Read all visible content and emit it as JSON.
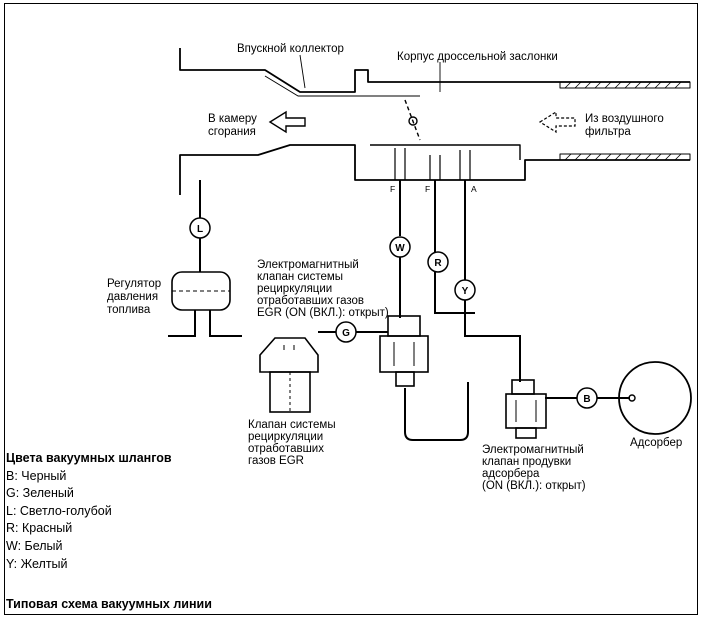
{
  "labels": {
    "intake_manifold": "Впускной коллектор",
    "throttle_body": "Корпус дроссельной заслонки",
    "to_chamber_l1": "В камеру",
    "to_chamber_l2": "сгорания",
    "from_filter_l1": "Из воздушного",
    "from_filter_l2": "фильтра",
    "regulator_l1": "Регулятор",
    "regulator_l2": "давления",
    "regulator_l3": "топлива",
    "egr_solenoid_l1": "Электромагнитный",
    "egr_solenoid_l2": "клапан системы",
    "egr_solenoid_l3": "рециркуляции",
    "egr_solenoid_l4": "отработавших газов",
    "egr_solenoid_l5": "EGR (ON (ВКЛ.): открыт)",
    "egr_valve_l1": "Клапан системы",
    "egr_valve_l2": "рециркуляции",
    "egr_valve_l3": "отработавших",
    "egr_valve_l4": "газов EGR",
    "purge_l1": "Электромагнитный",
    "purge_l2": "клапан продувки",
    "purge_l3": "адсорбера",
    "purge_l4": "(ON (ВКЛ.): открыт)",
    "canister": "Адсорбер"
  },
  "ports": {
    "p1": "F",
    "p2": "F",
    "p3": "A"
  },
  "hoses": {
    "L": "L",
    "W": "W",
    "R": "R",
    "Y": "Y",
    "G": "G",
    "B": "B"
  },
  "legend": {
    "title": "Цвета вакуумных шлангов",
    "items": [
      "B: Черный",
      "G: Зеленый",
      "L: Светло-голубой",
      "R: Красный",
      "W: Белый",
      "Y: Желтый"
    ]
  },
  "caption": "Типовая схема вакуумных линии"
}
